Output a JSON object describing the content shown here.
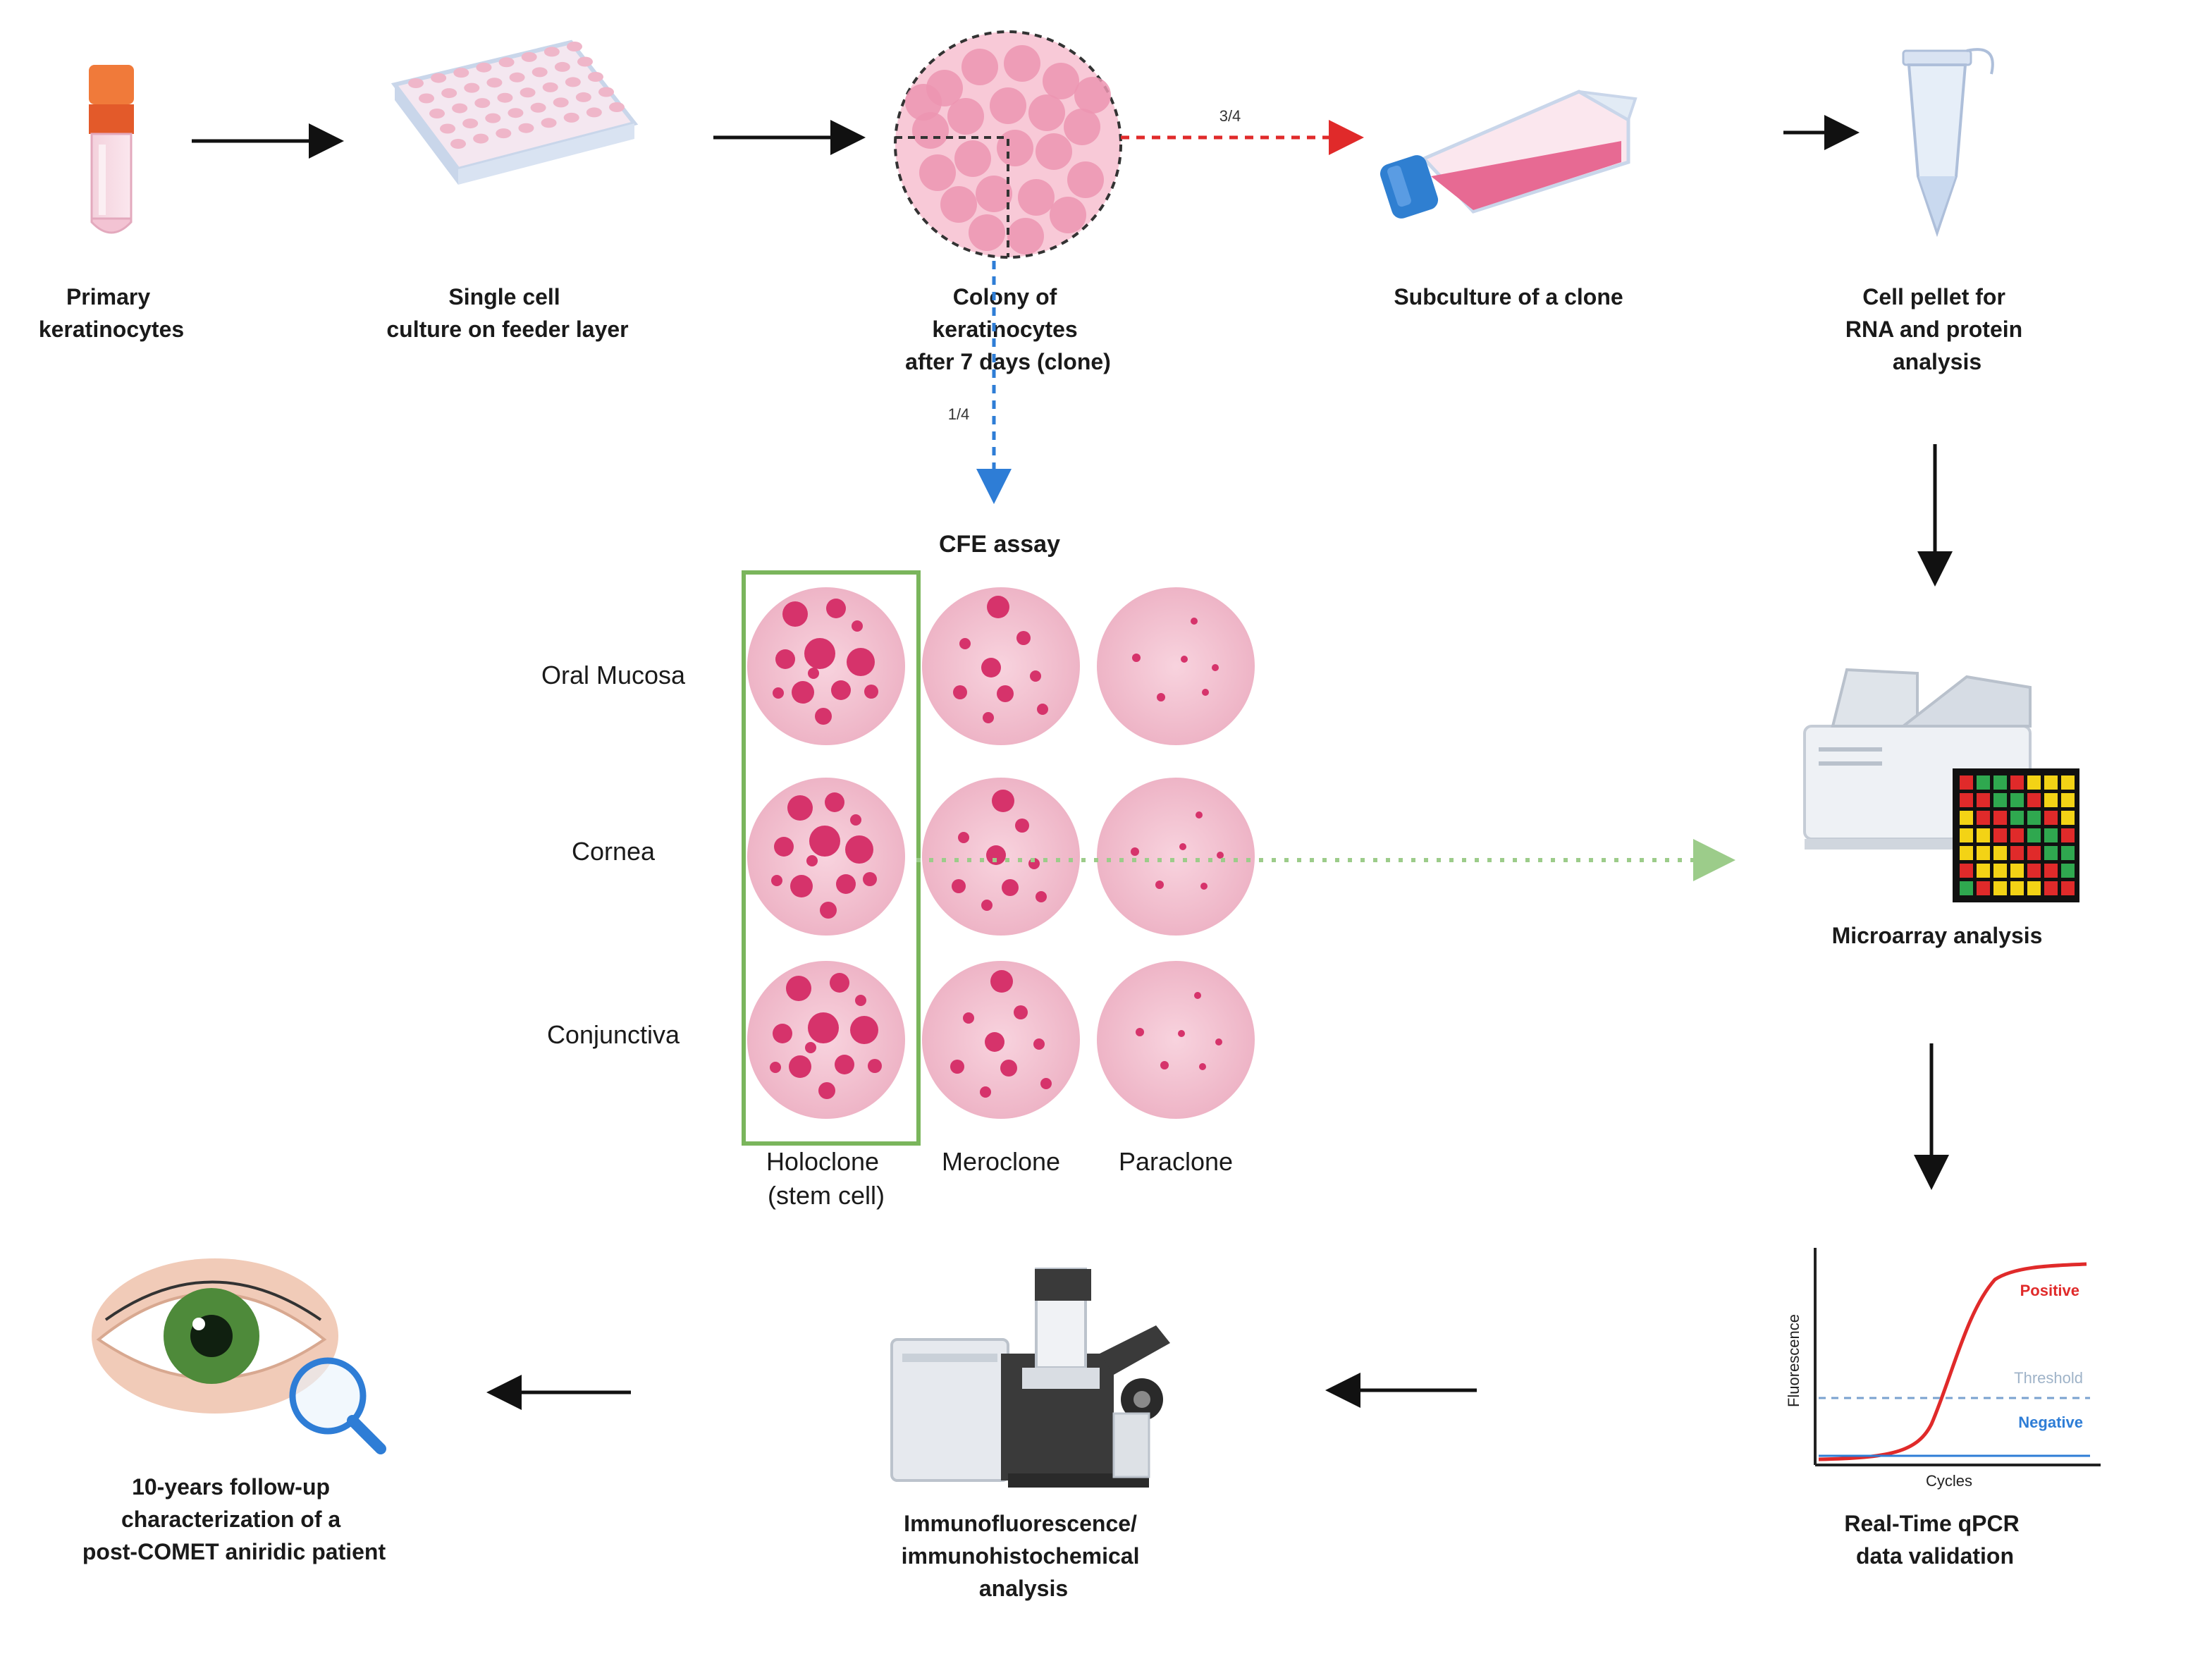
{
  "steps": {
    "primary": [
      "Primary",
      "keratinocytes"
    ],
    "single_cell": [
      "Single cell",
      "culture on feeder layer"
    ],
    "colony": [
      "Colony of",
      "keratinocytes",
      "after 7 days (clone)"
    ],
    "subculture": [
      "Subculture of a clone"
    ],
    "pellet": [
      "Cell pellet for",
      "RNA and protein",
      "analysis"
    ],
    "microarray": [
      "Microarray analysis"
    ],
    "qpcr": [
      "Real-Time qPCR",
      "data validation"
    ],
    "immuno": [
      "Immunofluorescence/",
      "immunohistochemical",
      "analysis"
    ],
    "followup": [
      "10-years follow-up",
      "characterization of a",
      "post-COMET aniridic patient"
    ]
  },
  "arrows": {
    "fraction_right": "3/4",
    "fraction_down": "1/4"
  },
  "cfe": {
    "title": "CFE assay",
    "rows": [
      "Oral Mucosa",
      "Cornea",
      "Conjunctiva"
    ],
    "columns": [
      [
        "Holoclone",
        "(stem cell)"
      ],
      [
        "Meroclone"
      ],
      [
        "Paraclone"
      ]
    ]
  },
  "qpcr_chart": {
    "xlabel": "Cycles",
    "ylabel": "Fluorescence",
    "labels": {
      "positive": "Positive",
      "threshold": "Threshold",
      "negative": "Negative"
    }
  },
  "colors": {
    "pink_light": "#f6c9d6",
    "pink_dark": "#d6336b",
    "holoclone_box": "#7ab55c",
    "red_arrow": "#e02a2a",
    "blue_arrow": "#2e7dd6",
    "green_arrow": "#9ccc8a"
  }
}
